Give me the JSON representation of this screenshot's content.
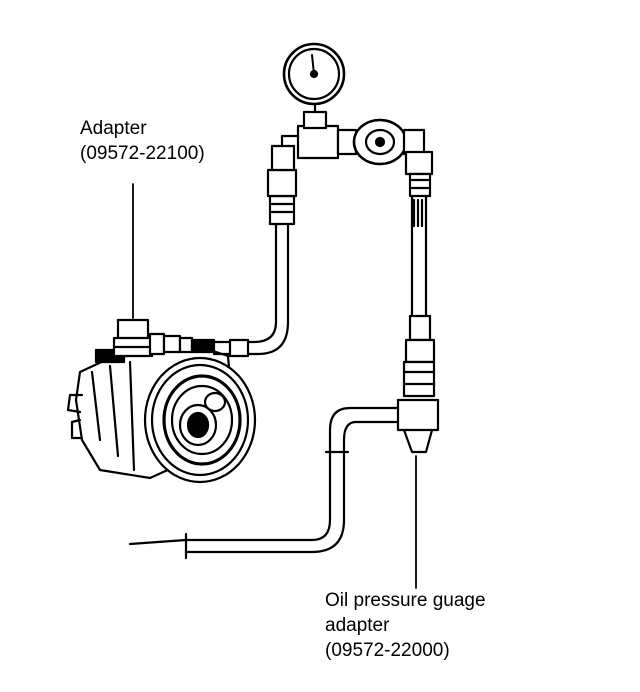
{
  "callouts": {
    "adapter": {
      "line1": "Adapter",
      "line2": "(09572-22100)"
    },
    "oil_adapter": {
      "line1": "Oil pressure guage",
      "line2": "adapter",
      "line3": "(09572-22000)"
    }
  },
  "colors": {
    "ink": "#000000",
    "paper": "#ffffff"
  }
}
